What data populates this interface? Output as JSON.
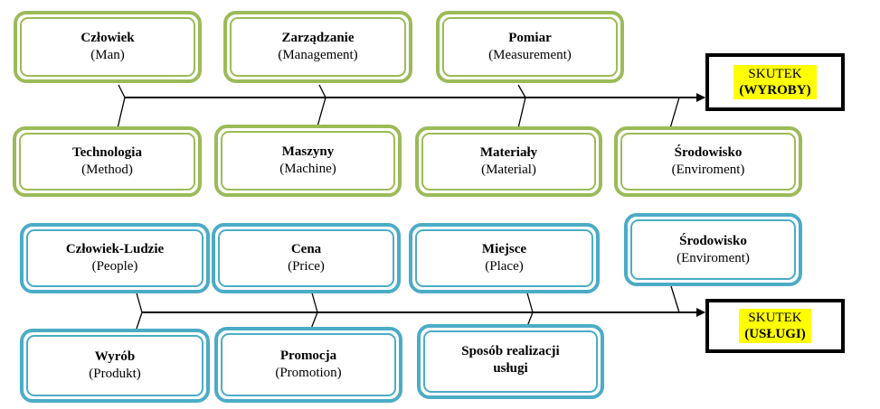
{
  "colors": {
    "product_border": "#9bbb59",
    "service_border": "#4bacc6",
    "effect_highlight": "#ffff00"
  },
  "product": {
    "top": [
      {
        "title": "Człowiek",
        "subtitle": "(Man)"
      },
      {
        "title": "Zarządzanie",
        "subtitle": "(Management)"
      },
      {
        "title": "Pomiar",
        "subtitle": "(Measurement)"
      }
    ],
    "bottom": [
      {
        "title": "Technologia",
        "subtitle": "(Method)"
      },
      {
        "title": "Maszyny",
        "subtitle": "(Machine)"
      },
      {
        "title": "Materiały",
        "subtitle": "(Material)"
      },
      {
        "title": "Środowisko",
        "subtitle": "(Enviroment)"
      }
    ],
    "effect": {
      "line1": "SKUTEK",
      "line2": "(WYROBY)"
    }
  },
  "service": {
    "top": [
      {
        "title": "Człowiek-Ludzie",
        "subtitle": "(People)"
      },
      {
        "title": "Cena",
        "subtitle": "(Price)"
      },
      {
        "title": "Miejsce",
        "subtitle": "(Place)"
      },
      {
        "title": "Środowisko",
        "subtitle": "(Enviroment)"
      }
    ],
    "bottom": [
      {
        "title": "Wyrób",
        "subtitle": "(Produkt)"
      },
      {
        "title": "Promocja",
        "subtitle": "(Promotion)"
      },
      {
        "title": "Sposób realizacji",
        "subtitle": "usługi"
      }
    ],
    "effect": {
      "line1": "SKUTEK",
      "line2": "(USŁUGI)"
    }
  }
}
